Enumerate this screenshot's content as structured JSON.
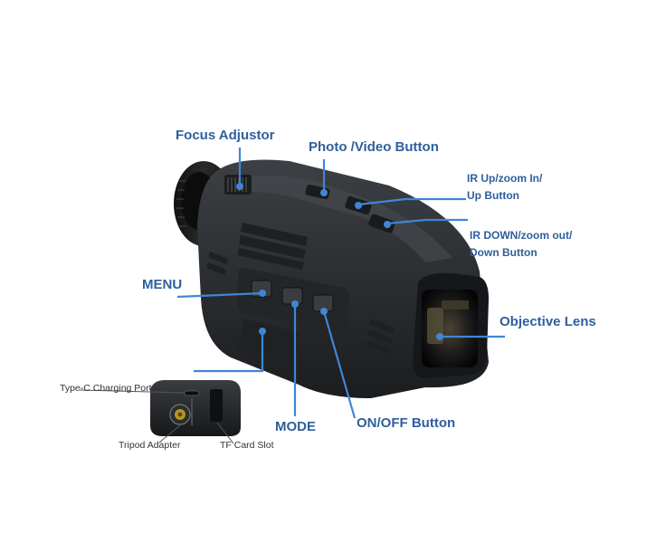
{
  "labels": {
    "focus_adjustor": "Focus Adjustor",
    "photo_video_button": "Photo /Video Button",
    "ir_up_line1": "IR Up/zoom In/",
    "ir_up_line2": "Up Button",
    "ir_down_line1": "IR DOWN/zoom out/",
    "ir_down_line2": "Down Button",
    "menu": "MENU",
    "objective_lens": "Objective Lens",
    "mode": "MODE",
    "on_off_button": "ON/OFF Button"
  },
  "inset": {
    "type_c_port": "Type-C Charging Port",
    "tripod_adapter": "Tripod Adapter",
    "tf_card_slot": "TF Card Slot"
  },
  "colors": {
    "label_text": "#2f5f9c",
    "leader_line": "#3f86d6",
    "device_body": "#2e3134"
  }
}
